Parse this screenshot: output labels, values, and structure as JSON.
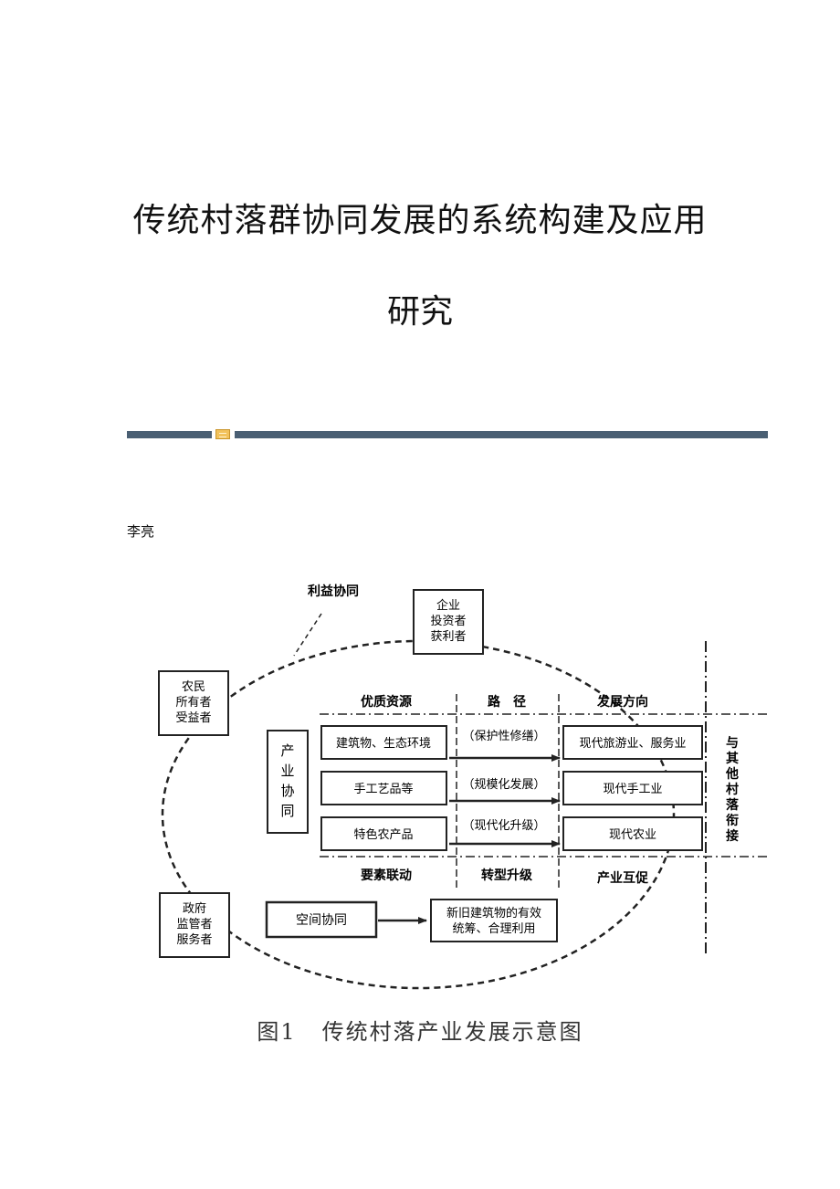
{
  "document": {
    "title_line1": "传统村落群协同发展的系统构建及应用",
    "title_line2": "研究",
    "author": "李亮"
  },
  "figure": {
    "top_label": "利益协同",
    "enterprise": [
      "企业",
      "投资者",
      "获利者"
    ],
    "farmers": [
      "农民",
      "所有者",
      "受益者"
    ],
    "government": [
      "政府",
      "监管者",
      "服务者"
    ],
    "industry_box": [
      "产",
      "业",
      "协",
      "同"
    ],
    "headers": {
      "resources": "优质资源",
      "path": "路　径",
      "direction": "发展方向"
    },
    "resources": [
      "建筑物、生态环境",
      "手工艺品等",
      "特色农产品"
    ],
    "paths": [
      "（保护性修缮）",
      "（规模化发展）",
      "（现代化升级）"
    ],
    "directions": [
      "现代旅游业、服务业",
      "现代手工业",
      "现代农业"
    ],
    "bottom_labels": {
      "factor": "要素联动",
      "transform": "转型升级",
      "mutual": "产业互促"
    },
    "other_villages": [
      "与",
      "其",
      "他",
      "村",
      "落",
      "衔",
      "接"
    ],
    "spatial_box": "空间协同",
    "new_old_box": [
      "新旧建筑物的有效",
      "统筹、合理利用"
    ],
    "caption_num": "图1",
    "caption_text": "传统村落产业发展示意图"
  }
}
